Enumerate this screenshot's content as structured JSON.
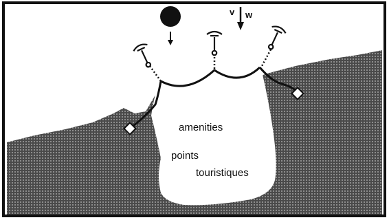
{
  "labels": {
    "amenities": "amenities",
    "points": "points",
    "touristiques": "touristiques",
    "v": "v",
    "w": "w"
  },
  "colors": {
    "land": "#4a4a4a",
    "land_dot": "#bdbdbd",
    "cleared_area": "#ffffff",
    "ink": "#111111",
    "border": "#111111"
  },
  "icons": {
    "sun": "sun-icon",
    "anchor": "anchor-icon",
    "anchor_block": "anchor-block-icon",
    "arrow": "arrow-down-icon"
  }
}
